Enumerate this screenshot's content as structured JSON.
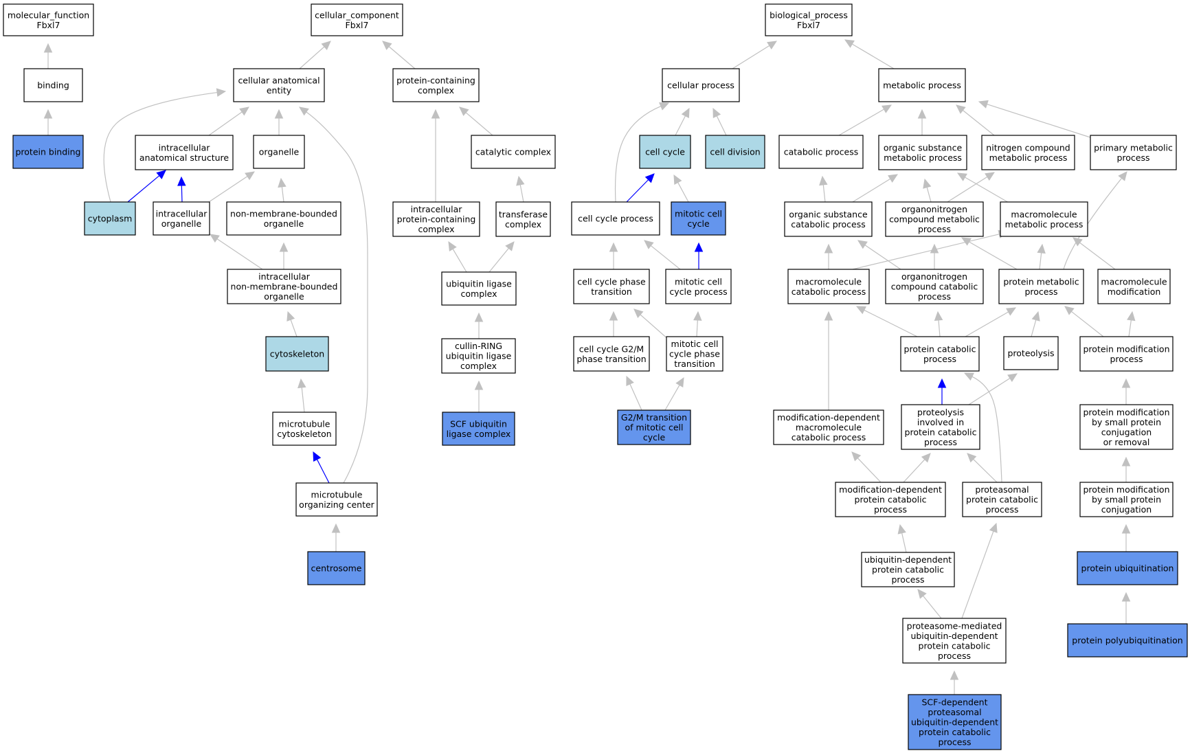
{
  "graph": {
    "roots": {
      "molecular_function": {
        "label": "molecular_function\nFbxl7"
      },
      "cellular_component": {
        "label": "cellular_component\nFbxl7"
      },
      "biological_process": {
        "label": "biological_process\nFbxl7"
      }
    },
    "colors": {
      "plain": "#ffffff",
      "light": "#add8e6",
      "annotated": "#6495ed",
      "edge_default": "#c0c0c0",
      "edge_highlight": "#0000ff",
      "border": "#000000"
    },
    "nodes": [
      {
        "id": "mf",
        "label": "molecular_function\nFbxl7",
        "fill": "plain"
      },
      {
        "id": "binding",
        "label": "binding",
        "fill": "plain"
      },
      {
        "id": "protein_binding",
        "label": "protein binding",
        "fill": "annotated"
      },
      {
        "id": "cc",
        "label": "cellular_component\nFbxl7",
        "fill": "plain"
      },
      {
        "id": "cae",
        "label": "cellular anatomical\nentity",
        "fill": "plain"
      },
      {
        "id": "pcc",
        "label": "protein-containing\ncomplex",
        "fill": "plain"
      },
      {
        "id": "ias",
        "label": "intracellular\nanatomical structure",
        "fill": "plain"
      },
      {
        "id": "organelle",
        "label": "organelle",
        "fill": "plain"
      },
      {
        "id": "cytoplasm",
        "label": "cytoplasm",
        "fill": "light"
      },
      {
        "id": "iorg",
        "label": "intracellular\norganelle",
        "fill": "plain"
      },
      {
        "id": "nmbo",
        "label": "non-membrane-bounded\norganelle",
        "fill": "plain"
      },
      {
        "id": "inmbo",
        "label": "intracellular\nnon-membrane-bounded\norganelle",
        "fill": "plain"
      },
      {
        "id": "cytoskeleton",
        "label": "cytoskeleton",
        "fill": "light"
      },
      {
        "id": "mtcs",
        "label": "microtubule\ncytoskeleton",
        "fill": "plain"
      },
      {
        "id": "mtoc",
        "label": "microtubule\norganizing center",
        "fill": "plain"
      },
      {
        "id": "centrosome",
        "label": "centrosome",
        "fill": "annotated"
      },
      {
        "id": "catcomplex",
        "label": "catalytic complex",
        "fill": "plain"
      },
      {
        "id": "ipcc",
        "label": "intracellular\nprotein-containing\ncomplex",
        "fill": "plain"
      },
      {
        "id": "transferase",
        "label": "transferase\ncomplex",
        "fill": "plain"
      },
      {
        "id": "ubligase",
        "label": "ubiquitin ligase\ncomplex",
        "fill": "plain"
      },
      {
        "id": "cullin",
        "label": "cullin-RING\nubiquitin ligase\ncomplex",
        "fill": "plain"
      },
      {
        "id": "scf",
        "label": "SCF ubiquitin\nligase complex",
        "fill": "annotated"
      },
      {
        "id": "bp",
        "label": "biological_process\nFbxl7",
        "fill": "plain"
      },
      {
        "id": "cellproc",
        "label": "cellular process",
        "fill": "plain"
      },
      {
        "id": "metaproc",
        "label": "metabolic process",
        "fill": "plain"
      },
      {
        "id": "cellcycle",
        "label": "cell cycle",
        "fill": "light"
      },
      {
        "id": "celldiv",
        "label": "cell division",
        "fill": "light"
      },
      {
        "id": "ccproc",
        "label": "cell cycle process",
        "fill": "plain"
      },
      {
        "id": "mitcc",
        "label": "mitotic cell\ncycle",
        "fill": "annotated"
      },
      {
        "id": "ccpt",
        "label": "cell cycle phase\ntransition",
        "fill": "plain"
      },
      {
        "id": "mitccp",
        "label": "mitotic cell\ncycle process",
        "fill": "plain"
      },
      {
        "id": "g2m",
        "label": "cell cycle G2/M\nphase transition",
        "fill": "plain"
      },
      {
        "id": "mitccpt",
        "label": "mitotic cell\ncycle phase\ntransition",
        "fill": "plain"
      },
      {
        "id": "g2mmit",
        "label": "G2/M transition\nof mitotic cell\ncycle",
        "fill": "annotated"
      },
      {
        "id": "catabolic",
        "label": "catabolic process",
        "fill": "plain"
      },
      {
        "id": "osmp",
        "label": "organic substance\nmetabolic process",
        "fill": "plain"
      },
      {
        "id": "ncmp",
        "label": "nitrogen compound\nmetabolic process",
        "fill": "plain"
      },
      {
        "id": "primary",
        "label": "primary metabolic\nprocess",
        "fill": "plain"
      },
      {
        "id": "oscp",
        "label": "organic substance\ncatabolic process",
        "fill": "plain"
      },
      {
        "id": "oncmp",
        "label": "organonitrogen\ncompound metabolic\nprocess",
        "fill": "plain"
      },
      {
        "id": "mmp",
        "label": "macromolecule\nmetabolic process",
        "fill": "plain"
      },
      {
        "id": "mcp",
        "label": "macromolecule\ncatabolic process",
        "fill": "plain"
      },
      {
        "id": "onccp",
        "label": "organonitrogen\ncompound catabolic\nprocess",
        "fill": "plain"
      },
      {
        "id": "pmp",
        "label": "protein metabolic\nprocess",
        "fill": "plain"
      },
      {
        "id": "mmod",
        "label": "macromolecule\nmodification",
        "fill": "plain"
      },
      {
        "id": "pcp",
        "label": "protein catabolic\nprocess",
        "fill": "plain"
      },
      {
        "id": "proteolysis",
        "label": "proteolysis",
        "fill": "plain"
      },
      {
        "id": "pmodp",
        "label": "protein modification\nprocess",
        "fill": "plain"
      },
      {
        "id": "mdmcp",
        "label": "modification-dependent\nmacromolecule\ncatabolic process",
        "fill": "plain"
      },
      {
        "id": "pipcp",
        "label": "proteolysis\ninvolved in\nprotein catabolic\nprocess",
        "fill": "plain"
      },
      {
        "id": "pmsp",
        "label": "protein modification\nby small protein\nconjugation\nor removal",
        "fill": "plain"
      },
      {
        "id": "mdpcp",
        "label": "modification-dependent\nprotein catabolic\nprocess",
        "fill": "plain"
      },
      {
        "id": "ppcp",
        "label": "proteasomal\nprotein catabolic\nprocess",
        "fill": "plain"
      },
      {
        "id": "pmspc",
        "label": "protein modification\nby small protein\nconjugation",
        "fill": "plain"
      },
      {
        "id": "udpcp",
        "label": "ubiquitin-dependent\nprotein catabolic\nprocess",
        "fill": "plain"
      },
      {
        "id": "pubiq",
        "label": "protein ubiquitination",
        "fill": "annotated"
      },
      {
        "id": "pmudp",
        "label": "proteasome-mediated\nubiquitin-dependent\nprotein catabolic\nprocess",
        "fill": "plain"
      },
      {
        "id": "ppolyubiq",
        "label": "protein polyubiquitination",
        "fill": "annotated"
      },
      {
        "id": "scfdp",
        "label": "SCF-dependent\nproteasomal\nubiquitin-dependent\nprotein catabolic\nprocess",
        "fill": "annotated"
      }
    ],
    "edges": [
      {
        "from": "binding",
        "to": "mf",
        "color": "edge_default"
      },
      {
        "from": "protein_binding",
        "to": "binding",
        "color": "edge_default"
      },
      {
        "from": "cae",
        "to": "cc",
        "color": "edge_default"
      },
      {
        "from": "pcc",
        "to": "cc",
        "color": "edge_default"
      },
      {
        "from": "ias",
        "to": "cae",
        "color": "edge_default"
      },
      {
        "from": "organelle",
        "to": "cae",
        "color": "edge_default"
      },
      {
        "from": "cytoplasm",
        "to": "cae",
        "color": "edge_default"
      },
      {
        "from": "mtoc",
        "to": "cae",
        "color": "edge_default"
      },
      {
        "from": "cytoplasm",
        "to": "ias",
        "color": "edge_highlight"
      },
      {
        "from": "iorg",
        "to": "ias",
        "color": "edge_highlight"
      },
      {
        "from": "iorg",
        "to": "organelle",
        "color": "edge_default"
      },
      {
        "from": "nmbo",
        "to": "organelle",
        "color": "edge_default"
      },
      {
        "from": "inmbo",
        "to": "iorg",
        "color": "edge_default"
      },
      {
        "from": "inmbo",
        "to": "nmbo",
        "color": "edge_default"
      },
      {
        "from": "cytoskeleton",
        "to": "inmbo",
        "color": "edge_default"
      },
      {
        "from": "mtcs",
        "to": "cytoskeleton",
        "color": "edge_default"
      },
      {
        "from": "mtoc",
        "to": "mtcs",
        "color": "edge_highlight"
      },
      {
        "from": "centrosome",
        "to": "mtoc",
        "color": "edge_default"
      },
      {
        "from": "catcomplex",
        "to": "pcc",
        "color": "edge_default"
      },
      {
        "from": "ipcc",
        "to": "pcc",
        "color": "edge_default"
      },
      {
        "from": "transferase",
        "to": "catcomplex",
        "color": "edge_default"
      },
      {
        "from": "ubligase",
        "to": "ipcc",
        "color": "edge_default"
      },
      {
        "from": "ubligase",
        "to": "transferase",
        "color": "edge_default"
      },
      {
        "from": "cullin",
        "to": "ubligase",
        "color": "edge_default"
      },
      {
        "from": "scf",
        "to": "cullin",
        "color": "edge_default"
      },
      {
        "from": "cellproc",
        "to": "bp",
        "color": "edge_default"
      },
      {
        "from": "metaproc",
        "to": "bp",
        "color": "edge_default"
      },
      {
        "from": "cellcycle",
        "to": "cellproc",
        "color": "edge_default"
      },
      {
        "from": "celldiv",
        "to": "cellproc",
        "color": "edge_default"
      },
      {
        "from": "ccproc",
        "to": "cellproc",
        "color": "edge_default"
      },
      {
        "from": "ccproc",
        "to": "cellcycle",
        "color": "edge_highlight"
      },
      {
        "from": "mitcc",
        "to": "cellcycle",
        "color": "edge_default"
      },
      {
        "from": "ccpt",
        "to": "ccproc",
        "color": "edge_default"
      },
      {
        "from": "mitccp",
        "to": "ccproc",
        "color": "edge_default"
      },
      {
        "from": "mitccp",
        "to": "mitcc",
        "color": "edge_highlight"
      },
      {
        "from": "g2m",
        "to": "ccpt",
        "color": "edge_default"
      },
      {
        "from": "mitccpt",
        "to": "ccpt",
        "color": "edge_default"
      },
      {
        "from": "mitccpt",
        "to": "mitccp",
        "color": "edge_default"
      },
      {
        "from": "g2mmit",
        "to": "g2m",
        "color": "edge_default"
      },
      {
        "from": "g2mmit",
        "to": "mitccpt",
        "color": "edge_default"
      },
      {
        "from": "catabolic",
        "to": "metaproc",
        "color": "edge_default"
      },
      {
        "from": "osmp",
        "to": "metaproc",
        "color": "edge_default"
      },
      {
        "from": "ncmp",
        "to": "metaproc",
        "color": "edge_default"
      },
      {
        "from": "primary",
        "to": "metaproc",
        "color": "edge_default"
      },
      {
        "from": "oscp",
        "to": "catabolic",
        "color": "edge_default"
      },
      {
        "from": "oscp",
        "to": "osmp",
        "color": "edge_default"
      },
      {
        "from": "oncmp",
        "to": "osmp",
        "color": "edge_default"
      },
      {
        "from": "oncmp",
        "to": "ncmp",
        "color": "edge_default"
      },
      {
        "from": "mmp",
        "to": "osmp",
        "color": "edge_default"
      },
      {
        "from": "mcp",
        "to": "oscp",
        "color": "edge_default"
      },
      {
        "from": "mcp",
        "to": "mmp",
        "color": "edge_default"
      },
      {
        "from": "onccp",
        "to": "oscp",
        "color": "edge_default"
      },
      {
        "from": "onccp",
        "to": "oncmp",
        "color": "edge_default"
      },
      {
        "from": "pmp",
        "to": "oncmp",
        "color": "edge_default"
      },
      {
        "from": "pmp",
        "to": "mmp",
        "color": "edge_default"
      },
      {
        "from": "pmp",
        "to": "primary",
        "color": "edge_default"
      },
      {
        "from": "mmod",
        "to": "mmp",
        "color": "edge_default"
      },
      {
        "from": "pcp",
        "to": "mcp",
        "color": "edge_default"
      },
      {
        "from": "pcp",
        "to": "onccp",
        "color": "edge_default"
      },
      {
        "from": "pcp",
        "to": "pmp",
        "color": "edge_default"
      },
      {
        "from": "proteolysis",
        "to": "pmp",
        "color": "edge_default"
      },
      {
        "from": "pmodp",
        "to": "pmp",
        "color": "edge_default"
      },
      {
        "from": "pmodp",
        "to": "mmod",
        "color": "edge_default"
      },
      {
        "from": "mdmcp",
        "to": "mcp",
        "color": "edge_default"
      },
      {
        "from": "pipcp",
        "to": "pcp",
        "color": "edge_highlight"
      },
      {
        "from": "pipcp",
        "to": "proteolysis",
        "color": "edge_default"
      },
      {
        "from": "pmsp",
        "to": "pmodp",
        "color": "edge_default"
      },
      {
        "from": "mdpcp",
        "to": "mdmcp",
        "color": "edge_default"
      },
      {
        "from": "mdpcp",
        "to": "pipcp",
        "color": "edge_default"
      },
      {
        "from": "ppcp",
        "to": "pipcp",
        "color": "edge_default"
      },
      {
        "from": "ppcp",
        "to": "pcp",
        "color": "edge_default"
      },
      {
        "from": "pmspc",
        "to": "pmsp",
        "color": "edge_default"
      },
      {
        "from": "udpcp",
        "to": "mdpcp",
        "color": "edge_default"
      },
      {
        "from": "pubiq",
        "to": "pmspc",
        "color": "edge_default"
      },
      {
        "from": "pmudp",
        "to": "udpcp",
        "color": "edge_default"
      },
      {
        "from": "pmudp",
        "to": "ppcp",
        "color": "edge_default"
      },
      {
        "from": "ppolyubiq",
        "to": "pubiq",
        "color": "edge_default"
      },
      {
        "from": "scfdp",
        "to": "pmudp",
        "color": "edge_default"
      }
    ]
  }
}
